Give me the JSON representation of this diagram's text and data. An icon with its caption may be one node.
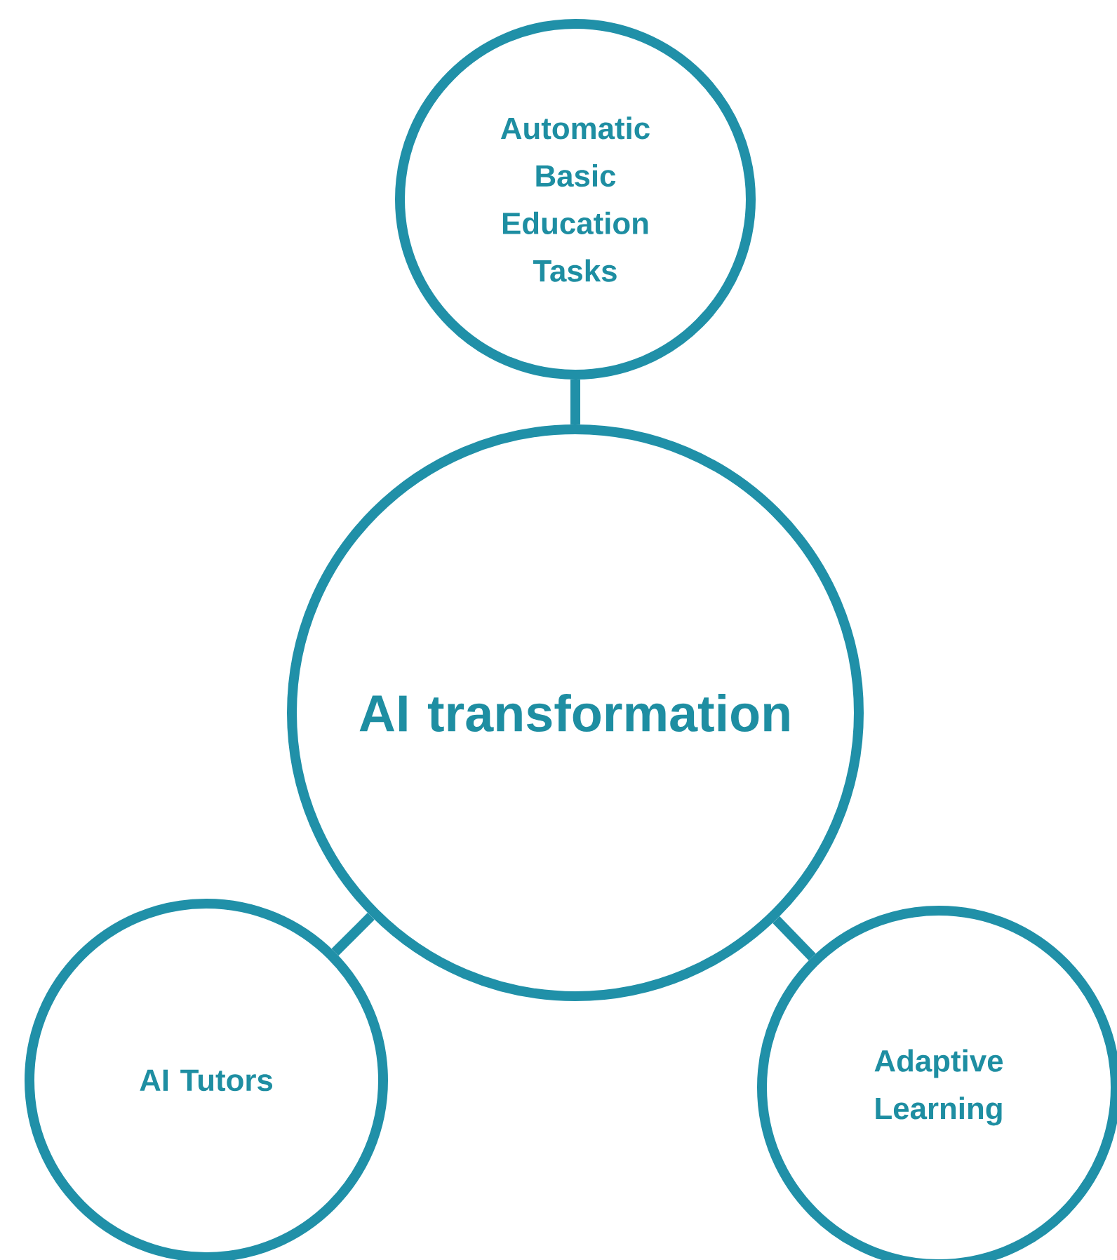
{
  "diagram": {
    "nodes": [
      {
        "text": [
          "Automatic Basic Education Tasks"
        ]
      },
      {
        "text": [
          "AI transformation"
        ]
      },
      {
        "text": [
          "AI Tutors"
        ]
      },
      {
        "text": [
          "Adaptive Learning"
        ]
      }
    ],
    "edges": [
      {
        "from": 1,
        "to": 0,
        "arrow": "none"
      },
      {
        "from": 1,
        "to": 2,
        "arrow": "none"
      },
      {
        "from": 1,
        "to": 3,
        "arrow": "none"
      }
    ]
  }
}
